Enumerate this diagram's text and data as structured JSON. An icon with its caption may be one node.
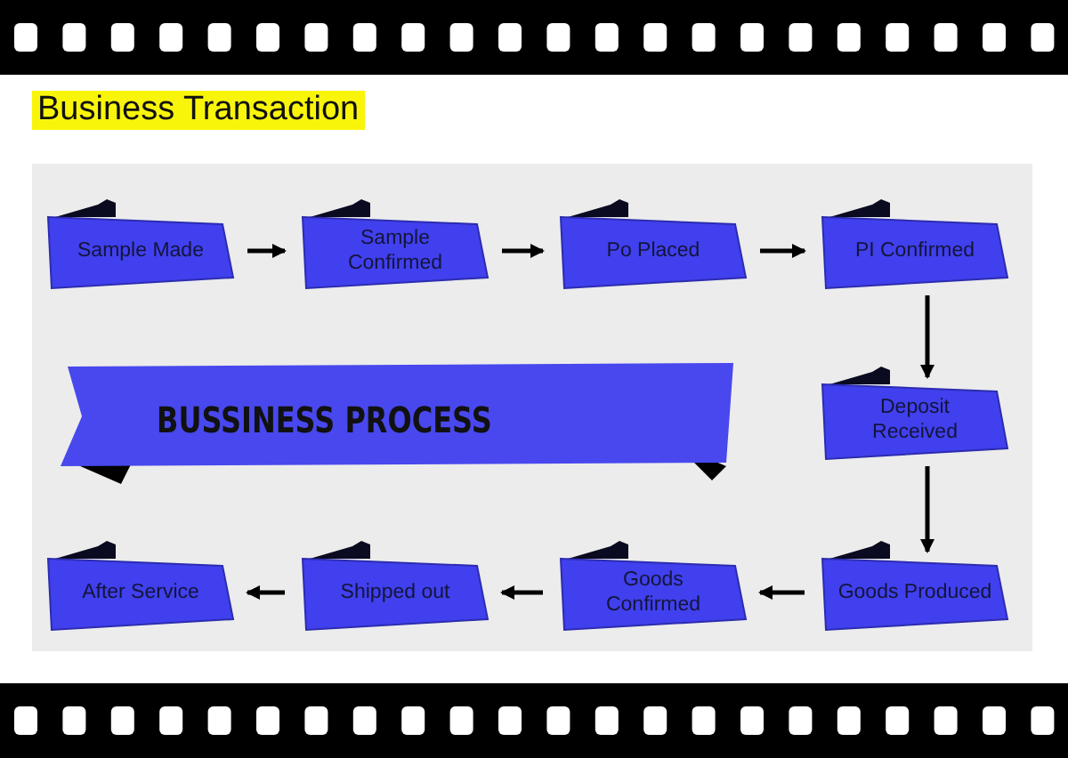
{
  "diagram": {
    "title": "Business Transaction",
    "nodes": [
      {
        "text": [
          "Sample Made"
        ]
      },
      {
        "text": [
          "Sample Confirmed"
        ]
      },
      {
        "text": [
          "Po Placed"
        ]
      },
      {
        "text": [
          "PI Confirmed"
        ]
      },
      {
        "text": [
          "BUSSINESS PROCESS"
        ]
      },
      {
        "text": [
          "Deposit Received"
        ]
      },
      {
        "text": [
          "After Service"
        ]
      },
      {
        "text": [
          "Shipped out"
        ]
      },
      {
        "text": [
          "Goods Confirmed"
        ]
      },
      {
        "text": [
          "Goods Produced"
        ]
      }
    ],
    "edges": [
      {
        "from": 0,
        "to": 1,
        "arrow": "to"
      },
      {
        "from": 1,
        "to": 2,
        "arrow": "to"
      },
      {
        "from": 2,
        "to": 3,
        "arrow": "to"
      },
      {
        "from": 3,
        "to": 5,
        "arrow": "to"
      },
      {
        "from": 5,
        "to": 9,
        "arrow": "to"
      },
      {
        "from": 9,
        "to": 8,
        "arrow": "to"
      },
      {
        "from": 8,
        "to": 7,
        "arrow": "to"
      },
      {
        "from": 7,
        "to": 6,
        "arrow": "to"
      }
    ]
  }
}
